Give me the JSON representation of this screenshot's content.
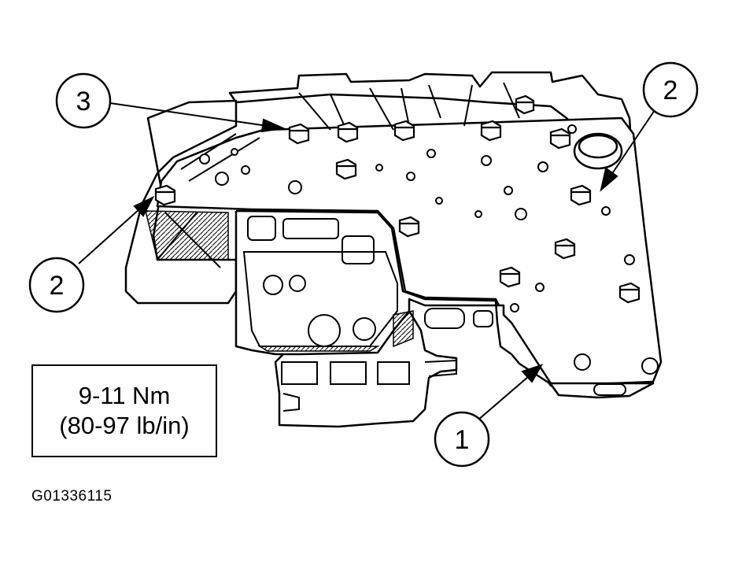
{
  "callouts": [
    {
      "label": "3"
    },
    {
      "label": "2"
    },
    {
      "label": "2"
    },
    {
      "label": "1"
    }
  ],
  "torque": {
    "metric": "9-11 Nm",
    "imperial": "(80-97 lb/in)"
  },
  "figure_id": "G01336115"
}
